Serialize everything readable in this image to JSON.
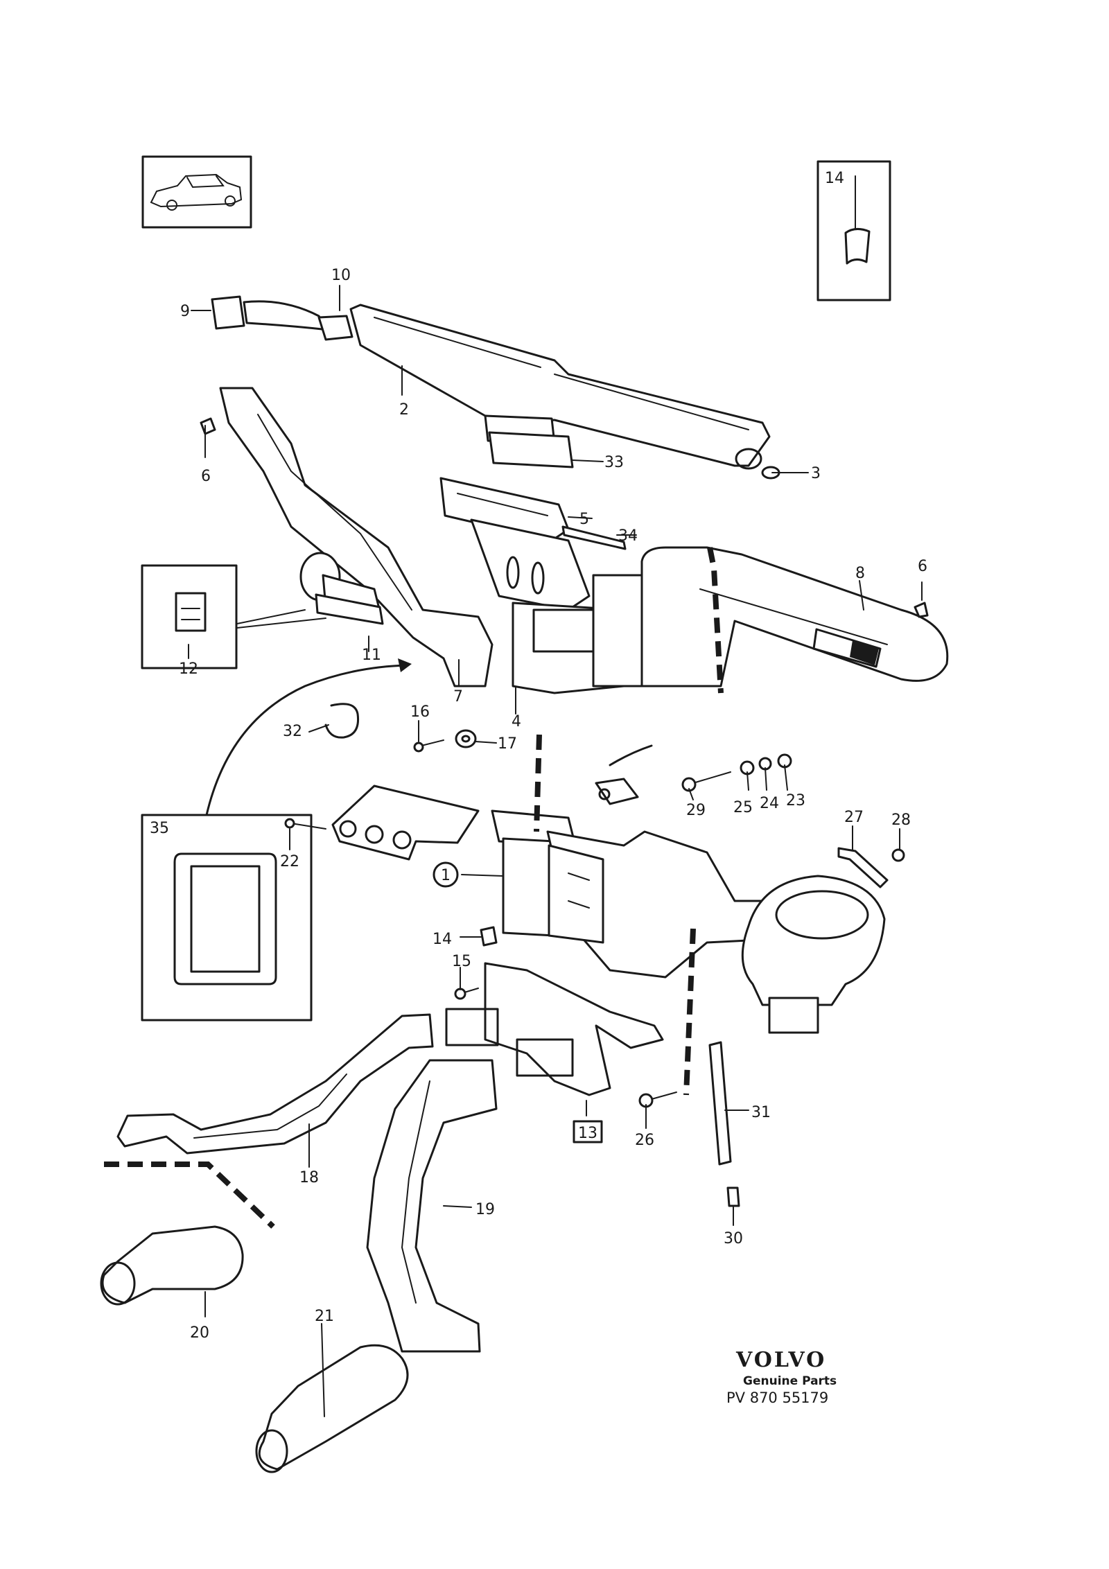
{
  "labels": {
    "l1": "1",
    "l2": "2",
    "l3": "3",
    "l4": "4",
    "l5": "5",
    "l6a": "6",
    "l6b": "6",
    "l7": "7",
    "l8": "8",
    "l9": "9",
    "l10": "10",
    "l11": "11",
    "l12": "12",
    "l13": "13",
    "l14": "14",
    "l14box": "14",
    "l15": "15",
    "l16": "16",
    "l17": "17",
    "l18": "18",
    "l19": "19",
    "l20": "20",
    "l21": "21",
    "l22": "22",
    "l23": "23",
    "l24": "24",
    "l25": "25",
    "l26": "26",
    "l27": "27",
    "l28": "28",
    "l29": "29",
    "l30": "30",
    "l31": "31",
    "l32": "32",
    "l33": "33",
    "l34": "34",
    "l35": "35"
  },
  "brand": {
    "name": "VOLVO",
    "subtitle": "Genuine Parts",
    "code": "PV 870 55179"
  }
}
